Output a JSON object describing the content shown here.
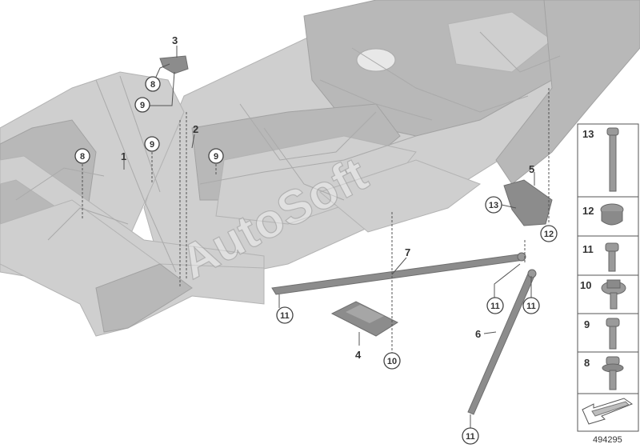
{
  "diagram": {
    "id_label": "494295",
    "watermark": "AutoSoft",
    "colors": {
      "frame": "#cfcfcf",
      "part": "#8c8c8c",
      "label": "#333333"
    }
  },
  "callouts": {
    "plain": {
      "c1": "1",
      "c2": "2",
      "c3": "3",
      "c4": "4",
      "c5": "5",
      "c6": "6",
      "c7": "7"
    },
    "circled": {
      "c8a": "8",
      "c8b": "8",
      "c9a": "9",
      "c9b": "9",
      "c9c": "9",
      "c10": "10",
      "c11a": "11",
      "c11b": "11",
      "c11c": "11",
      "c11d": "11",
      "c12": "12",
      "c13": "13"
    }
  },
  "legend": {
    "items": [
      {
        "number": "13",
        "icon": "long-bolt-icon"
      },
      {
        "number": "12",
        "icon": "cap-nut-icon"
      },
      {
        "number": "11",
        "icon": "bolt-icon"
      },
      {
        "number": "10",
        "icon": "flange-nut-icon"
      },
      {
        "number": "9",
        "icon": "bolt-icon"
      },
      {
        "number": "8",
        "icon": "washer-bolt-icon"
      }
    ],
    "footer_icon": "direction-arrow-icon"
  }
}
